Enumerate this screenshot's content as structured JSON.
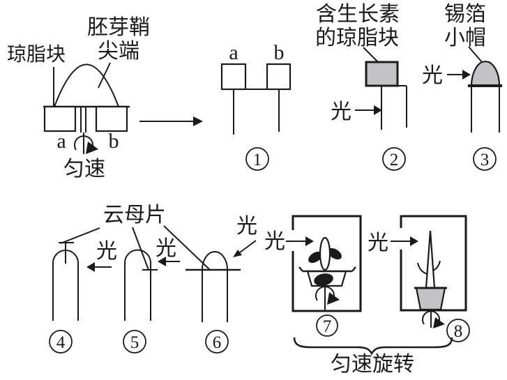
{
  "colors": {
    "ink": "#1a1a1a",
    "gray": "#c3c3c7",
    "background": "#ffffff"
  },
  "labels": {
    "agar_block": "琼脂块",
    "tip1": "胚芽鞘",
    "tip2": "尖端",
    "a": "a",
    "b": "b",
    "uniform_speed": "匀速",
    "auxin1": "含生长素",
    "auxin2": "的琼脂块",
    "light": "光",
    "foil1": "锡箔",
    "foil2": "小帽",
    "mica": "云母片",
    "uniform_rotation": "匀速旋转"
  },
  "setup_numbers": [
    "1",
    "2",
    "3",
    "4",
    "5",
    "6",
    "7",
    "8"
  ]
}
